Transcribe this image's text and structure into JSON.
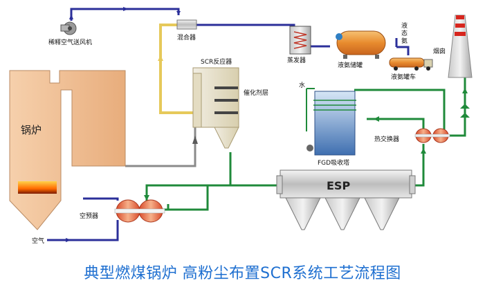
{
  "labels": {
    "fan": "稀释空气送风机",
    "mixer": "混合器",
    "evaporator": "蒸发器",
    "ammonia_tank": "液氨储罐",
    "liquid_ammonia": "液态氨",
    "tanker": "液氨罐车",
    "chimney": "烟囱",
    "scr_reactor": "SCR反应器",
    "catalyst": "催化剂层",
    "boiler": "锅炉",
    "water": "水",
    "fgd": "FGD吸收塔",
    "heat_exchanger": "热交换器",
    "esp": "ESP",
    "air_preheater": "空预器",
    "air": "空气"
  },
  "caption": "典型燃煤锅炉 高粉尘布置SCR系统工艺流程图",
  "colors": {
    "blue_line": "#2b2f9a",
    "yellow_line": "#e6c95a",
    "green_line": "#1f8a3a",
    "gray_line": "#8a8a8a",
    "boiler": "#f3c49a",
    "caption": "#1e6fd0"
  }
}
